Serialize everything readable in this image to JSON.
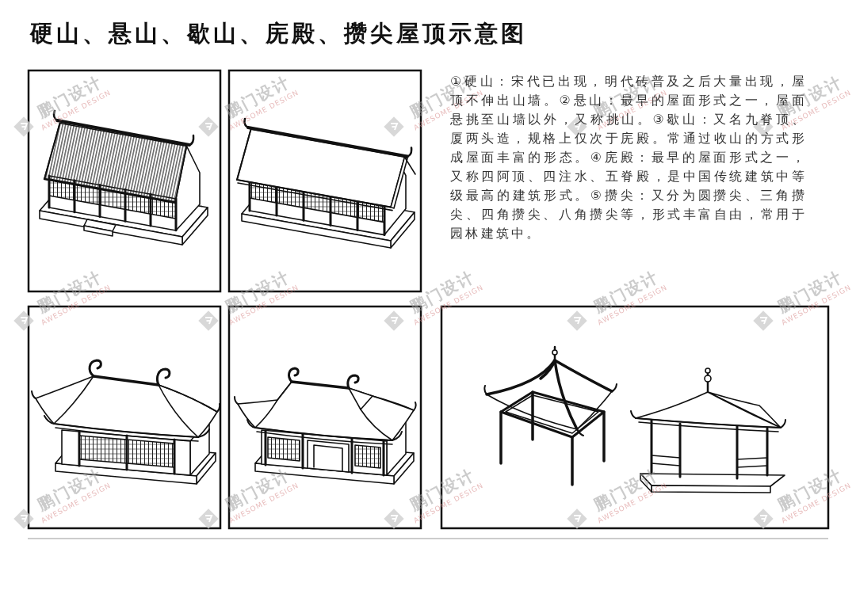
{
  "diagram": {
    "title": "硬山、悬山、歇山、庑殿、攒尖屋顶示意图",
    "labels": [
      "①硬山：宋代已出现，明代砖普及之后大量出现，屋顶不伸出山墙。②悬山：最早的屋面形式之一，屋面悬挑至山墙以外，又称挑山。③歇山：又名九脊顶、厦两头造，规格上仅次于庑殿。常通过收山的方式形成屋面丰富的形态。④庑殿：最早的屋面形式之一，又称四阿顶、四注水、五脊殿，是中国传统建筑中等级最高的建筑形式。⑤攒尖：又分为圆攒尖、三角攒尖、四角攒尖、八角攒尖等，形式丰富自由，常用于园林建筑中。",
      "鹏门设计",
      "AWESOME DESIGN",
      "鹏门设计",
      "AWESOME DESIGN",
      "鹏门设计",
      "AWESOME DESIGN",
      "鹏门设计",
      "AWESOME DESIGN",
      "鹏门设计",
      "AWESOME DESIGN",
      "鹏门设计",
      "AWESOME DESIGN",
      "鹏门设计",
      "AWESOME DESIGN",
      "鹏门设计",
      "AWESOME DESIGN",
      "鹏门设计",
      "AWESOME DESIGN",
      "鹏门设计",
      "AWESOME DESIGN",
      "鹏门设计",
      "AWESOME DESIGN",
      "鹏门设计",
      "AWESOME DESIGN",
      "鹏门设计",
      "AWESOME DESIGN",
      "鹏门设计",
      "AWESOME DESIGN",
      "鹏门设计",
      "AWESOME DESIGN"
    ]
  }
}
